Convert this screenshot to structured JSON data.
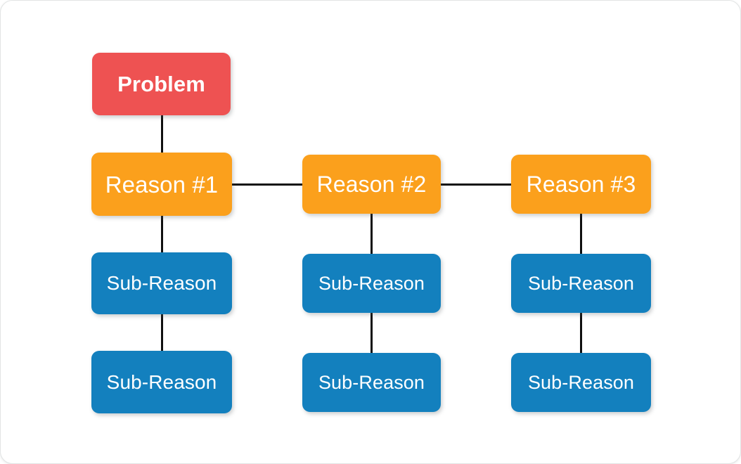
{
  "diagram": {
    "type": "problem-tree",
    "title_visible": false,
    "colors": {
      "problem": "#ee5252",
      "reason": "#fba01c",
      "subreason": "#1380be",
      "connector": "#101010",
      "card_background": "#ffffff",
      "card_border": "#e2e4e4",
      "node_text": "#ffffff"
    },
    "nodes": {
      "problem": {
        "label": "Problem"
      },
      "reasons": [
        {
          "label": "Reason #1"
        },
        {
          "label": "Reason #2"
        },
        {
          "label": "Reason #3"
        }
      ],
      "subreasons": [
        {
          "label": "Sub-Reason"
        },
        {
          "label": "Sub-Reason"
        },
        {
          "label": "Sub-Reason"
        },
        {
          "label": "Sub-Reason"
        },
        {
          "label": "Sub-Reason"
        },
        {
          "label": "Sub-Reason"
        }
      ]
    },
    "columns": [
      {
        "reason_index": 0,
        "subreason_indices": [
          0,
          1
        ]
      },
      {
        "reason_index": 1,
        "subreason_indices": [
          2,
          3
        ]
      },
      {
        "reason_index": 2,
        "subreason_indices": [
          4,
          5
        ]
      }
    ],
    "connections": [
      {
        "from": "problem",
        "to": "Reason #1",
        "orientation": "vertical"
      },
      {
        "from": "Reason #1",
        "to": "Reason #2",
        "orientation": "horizontal"
      },
      {
        "from": "Reason #2",
        "to": "Reason #3",
        "orientation": "horizontal"
      },
      {
        "from": "Reason #1",
        "to": "Sub-Reason",
        "orientation": "vertical"
      },
      {
        "from": "Sub-Reason",
        "to": "Sub-Reason",
        "orientation": "vertical"
      },
      {
        "from": "Reason #2",
        "to": "Sub-Reason",
        "orientation": "vertical"
      },
      {
        "from": "Sub-Reason",
        "to": "Sub-Reason",
        "orientation": "vertical"
      },
      {
        "from": "Reason #3",
        "to": "Sub-Reason",
        "orientation": "vertical"
      },
      {
        "from": "Sub-Reason",
        "to": "Sub-Reason",
        "orientation": "vertical"
      }
    ]
  }
}
